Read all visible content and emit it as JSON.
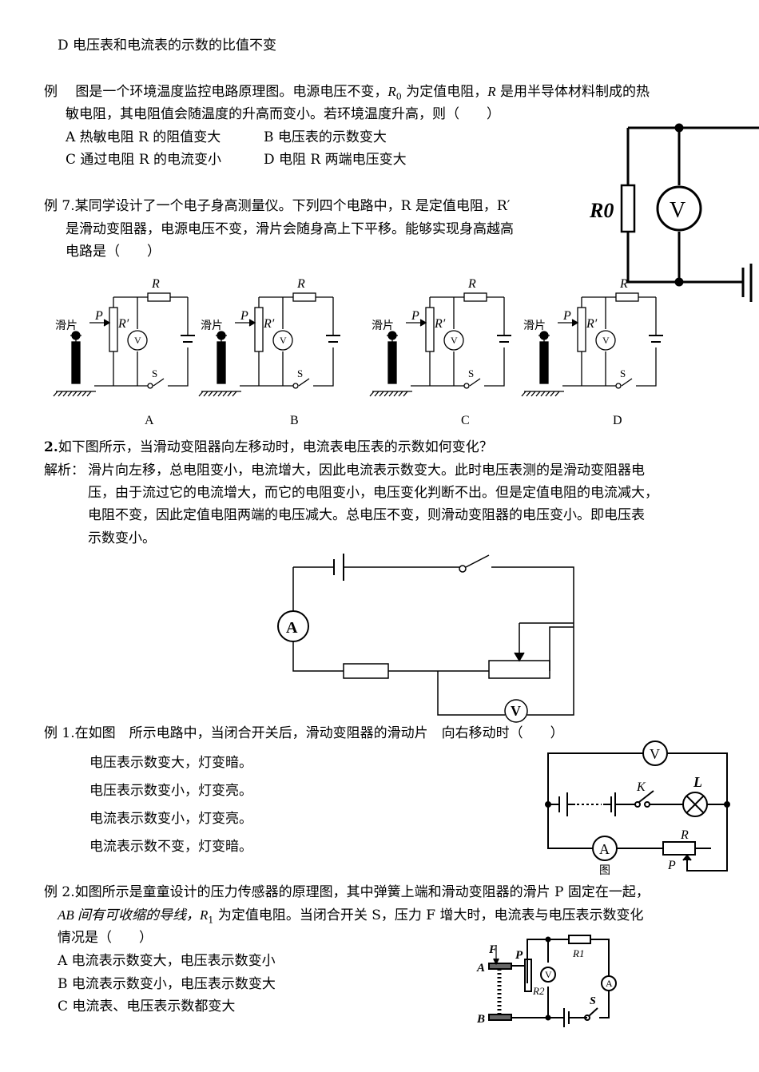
{
  "top_option_d": "D  电压表和电流表的示数的比值不变",
  "q_temp": {
    "lead": "例",
    "line1a": "图是一个环境温度监控电路原理图。电源电压不变，",
    "r0": "R",
    "r0_sub": "0",
    "line1b": " 为定值电阻，",
    "r": "R",
    "line1c": " 是用半导体材料制成的热",
    "line2": "敏电阻，其电阻值会随温度的升高而变小。若环境温度升高，则（　　）",
    "opt_a": "A  热敏电阻 R 的阻值变大",
    "opt_b": "B  电压表的示数变大",
    "opt_c": "C  通过电阻 R 的电流变小",
    "opt_d": "D  电阻 R 两端电压变大"
  },
  "q7": {
    "line1": "例 7.某同学设计了一个电子身高测量仪。下列四个电路中，R 是定值电阻，R′",
    "line2": "是滑动变阻器，电源电压不变，滑片会随身高上下平移。能够实现身高越高",
    "line3": "电路是（　　）",
    "circuit_labels": [
      "A",
      "B",
      "C",
      "D"
    ],
    "slider_label": "滑片",
    "p": "P",
    "r": "R",
    "r_prime": "R′",
    "v": "V",
    "s": "S"
  },
  "temp_diagram": {
    "r0": "R0",
    "v": "V"
  },
  "q2": {
    "line1_num": "2.",
    "line1": "如下图所示，当滑动变阻器向左移动时，电流表电压表的示数如何变化？",
    "analysis_label": "解析：",
    "analysis": [
      "滑片向左移，总电阻变小，电流增大，因此电流表示数变大。此时电压表测的是滑动变阻器电",
      "压，由于流过它的电流增大，而它的电阻变小，电压变化判断不出。但是定值电阻的电流减大，",
      "电阻不变，因此定值电阻两端的电压减大。总电压不变，则滑动变阻器的电压变小。即电压表",
      "示数变小。"
    ],
    "ammeter": "A",
    "voltmeter": "V"
  },
  "ex1": {
    "line1": "例 1.在如图　所示电路中，当闭合开关后，滑动变阻器的滑动片　向右移动时（　　）",
    "options": [
      "电压表示数变大，灯变暗。",
      "电压表示数变小，灯变亮。",
      "电流表示数变小，灯变亮。",
      "电流表示数不变，灯变暗。"
    ],
    "diagram": {
      "v": "V",
      "k": "K",
      "l": "L",
      "a": "A",
      "r": "R",
      "p": "P",
      "caption": "图"
    }
  },
  "ex2": {
    "line1": "例 2.如图所示是童童设计的压力传感器的原理图，其中弹簧上端和滑动变阻器的滑片 P 固定在一起，",
    "line2a": "AB 间有可收缩的导线，",
    "line2_r": "R",
    "line2_sub": "1",
    "line2b": " 为定值电阻。当闭合开关 S，压力 F 增大时，电流表与电压表示数变化",
    "line3": "情况是（　　）",
    "options": [
      "A  电流表示数变大，电压表示数变小",
      "B  电流表示数变小，电压表示数变大",
      "C  电流表、电压表示数都变大"
    ],
    "diagram": {
      "f": "F",
      "p": "P",
      "a": "A",
      "b": "B",
      "r1": "R1",
      "r2": "R2",
      "v": "V",
      "am": "A",
      "s": "S"
    }
  }
}
